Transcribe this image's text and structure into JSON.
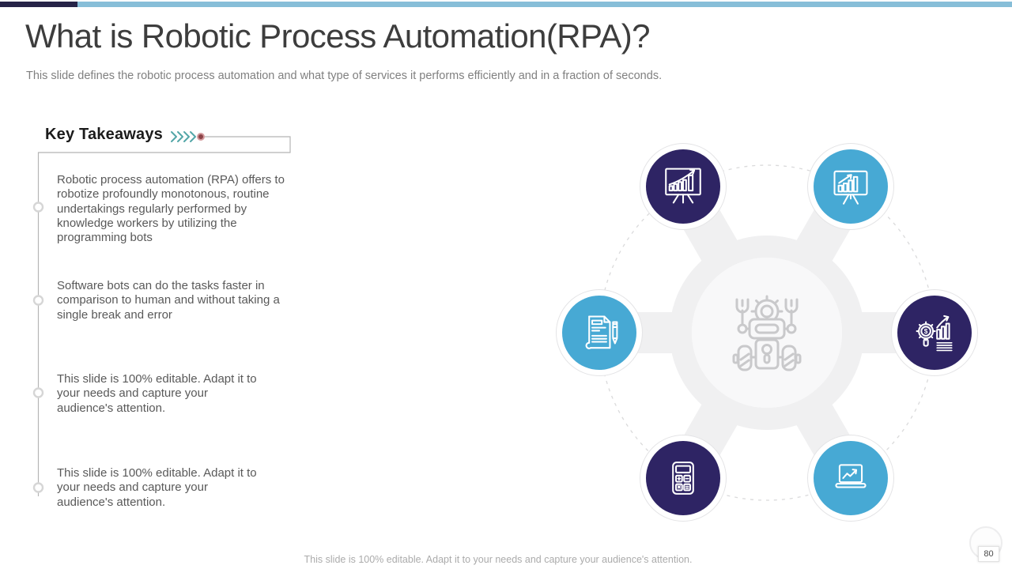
{
  "slide": {
    "title": "What is Robotic Process Automation(RPA)?",
    "subtitle": "This slide defines the robotic process automation and what type of services it performs efficiently and in a fraction of seconds.",
    "footer": "This slide is 100% editable. Adapt it to your needs and capture your audience's attention.",
    "page_number": "80"
  },
  "key_takeaways": {
    "heading": "Key Takeaways",
    "items": [
      "Robotic process automation (RPA) offers to robotize profoundly monotonous, routine undertakings regularly performed by knowledge workers by utilizing the programming bots",
      "Software bots can do the tasks faster in comparison to human and without taking a single break and error",
      "This slide is 100% editable. Adapt it to your needs and capture your audience's attention.",
      "This slide is 100% editable. Adapt it to your needs and capture your audience's attention."
    ]
  },
  "diagram": {
    "center_icon": "robot-gear-icon",
    "nodes": [
      {
        "position": "top-left",
        "icon": "presentation-growth-chart-icon",
        "color": "#2e2464"
      },
      {
        "position": "top-right",
        "icon": "presentation-bar-chart-icon",
        "color": "#47a9d4"
      },
      {
        "position": "left",
        "icon": "document-pen-icon",
        "color": "#47a9d4"
      },
      {
        "position": "right",
        "icon": "dollar-gear-analytics-icon",
        "color": "#2e2464"
      },
      {
        "position": "bottom-left",
        "icon": "calculator-icon",
        "color": "#2e2464"
      },
      {
        "position": "bottom-right",
        "icon": "laptop-chart-icon",
        "color": "#47a9d4"
      }
    ]
  },
  "colors": {
    "topbar_navy": "#262347",
    "topbar_blue": "#87bed8",
    "accent_navy": "#2e2464",
    "accent_blue": "#47a9d4",
    "chevron_teal": "#53a6a8",
    "dot_maroon": "#8c4348",
    "line_gray": "#b5b5b5",
    "body_text": "#595959"
  }
}
